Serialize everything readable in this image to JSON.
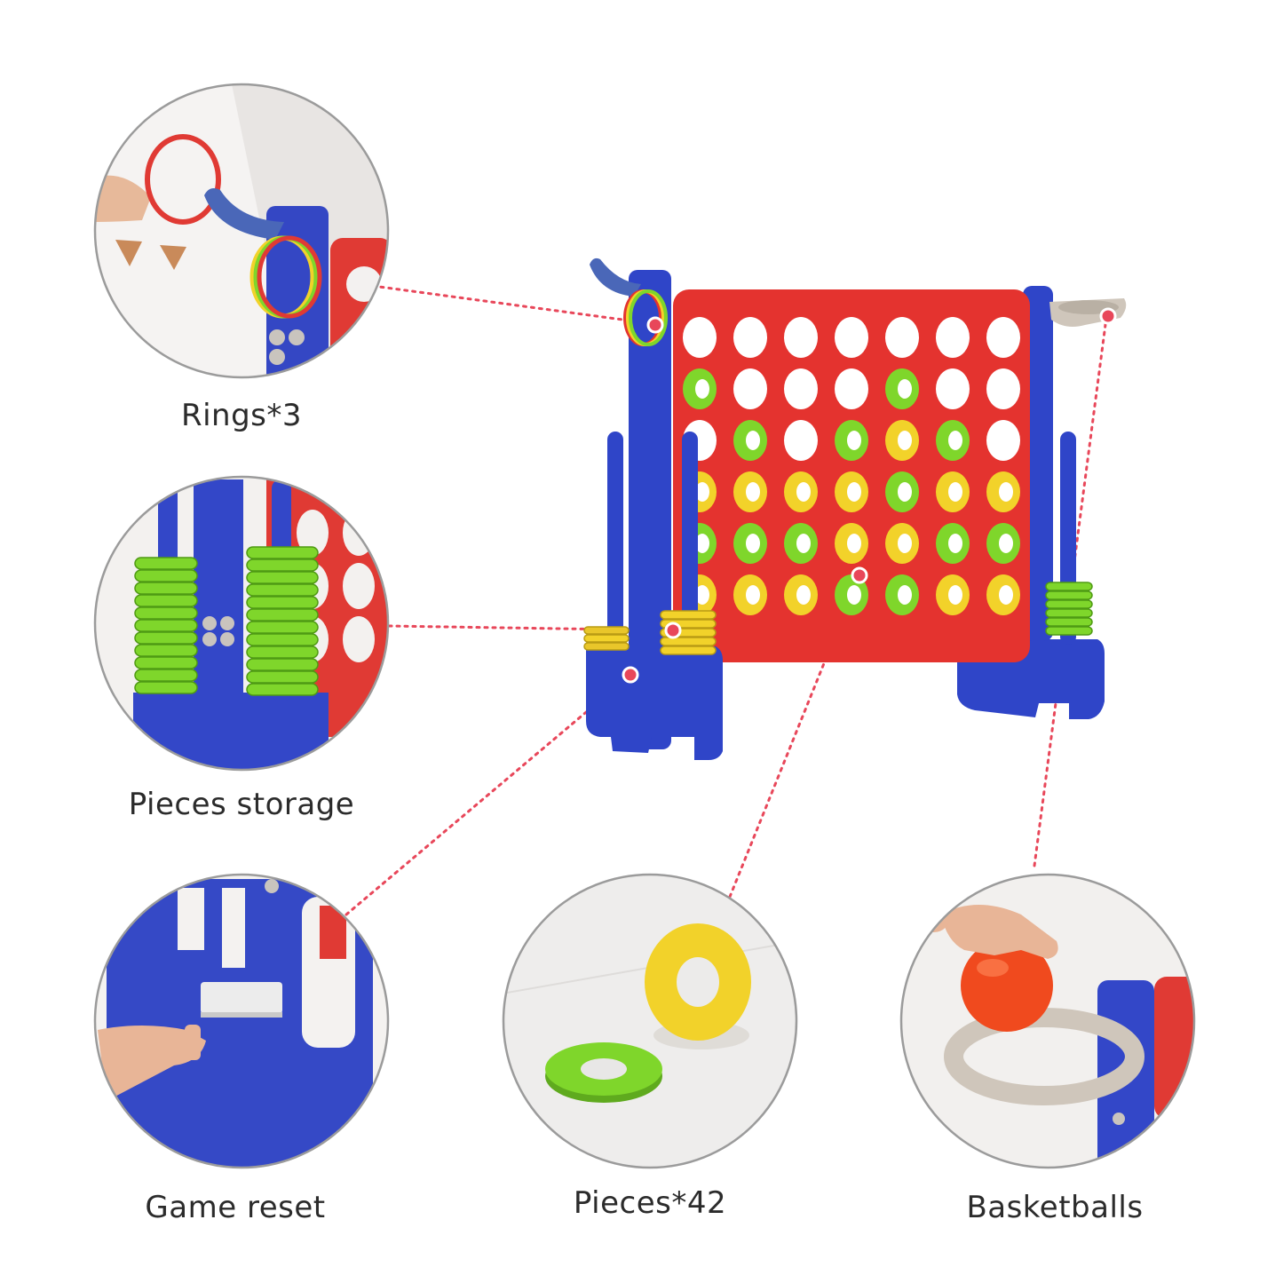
{
  "features": {
    "rings": {
      "label": "Rings*3"
    },
    "storage": {
      "label": "Pieces storage"
    },
    "reset": {
      "label": "Game reset"
    },
    "pieces": {
      "label": "Pieces*42"
    },
    "basket": {
      "label": "Basketballs"
    }
  },
  "colors": {
    "frame_blue": "#2f45c8",
    "board_red": "#e4332f",
    "piece_green": "#7fd62b",
    "piece_yellow": "#f2d22a",
    "hoop_grey": "#cfc6bb",
    "ball_orange": "#f04a1e",
    "callout_line": "#e8475a"
  },
  "board": {
    "rows": [
      [
        "empty",
        "empty",
        "empty",
        "empty",
        "empty",
        "empty",
        "empty"
      ],
      [
        "green",
        "empty",
        "empty",
        "empty",
        "green",
        "empty",
        "empty"
      ],
      [
        "empty",
        "green",
        "empty",
        "green",
        "yellow",
        "green",
        "empty"
      ],
      [
        "yellow",
        "yellow",
        "yellow",
        "yellow",
        "green",
        "yellow",
        "yellow"
      ],
      [
        "green",
        "green",
        "green",
        "yellow",
        "yellow",
        "green",
        "green"
      ],
      [
        "yellow",
        "yellow",
        "yellow",
        "green",
        "green",
        "yellow",
        "yellow"
      ]
    ]
  }
}
